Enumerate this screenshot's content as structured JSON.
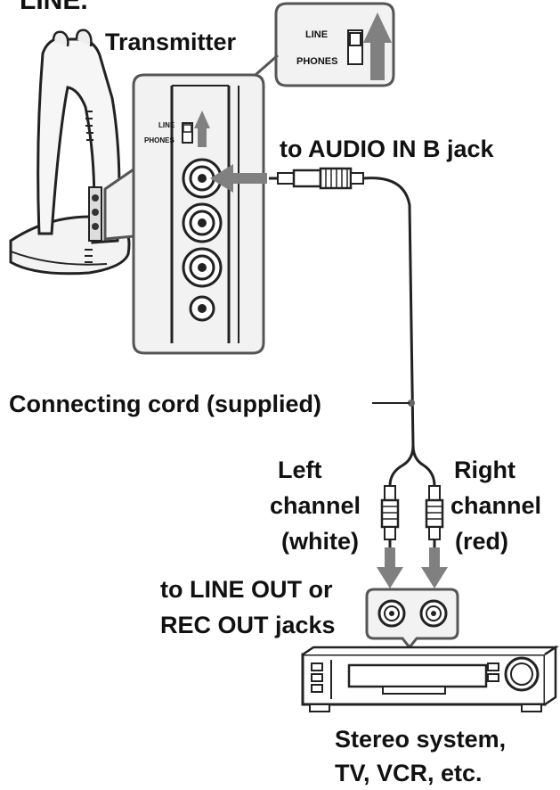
{
  "heading_fragment": "LINE.",
  "transmitter": {
    "title": "Transmitter",
    "switch_line": "LINE",
    "switch_phones": "PHONES",
    "small_line": "LINE",
    "small_phones": "PHONES"
  },
  "labels": {
    "audio_in": "to AUDIO IN B jack",
    "cord": "Connecting cord (supplied)",
    "left_1": "Left",
    "left_2": "channel",
    "left_3": "(white)",
    "right_1": "Right",
    "right_2": "channel",
    "right_3": "(red)",
    "line_out_1": "to LINE OUT or",
    "line_out_2": "REC OUT jacks",
    "device_1": "Stereo system,",
    "device_2": "TV, VCR, etc."
  },
  "colors": {
    "arrow": "#808080",
    "panel_border": "#555555",
    "panel_fill": "#f2f2f2",
    "ink": "#111111"
  },
  "icons": [
    "transmitter-stand-icon",
    "audio-jack-icon",
    "plug-icon",
    "rca-plug-icon",
    "arrow-icon",
    "stereo-device-icon"
  ]
}
